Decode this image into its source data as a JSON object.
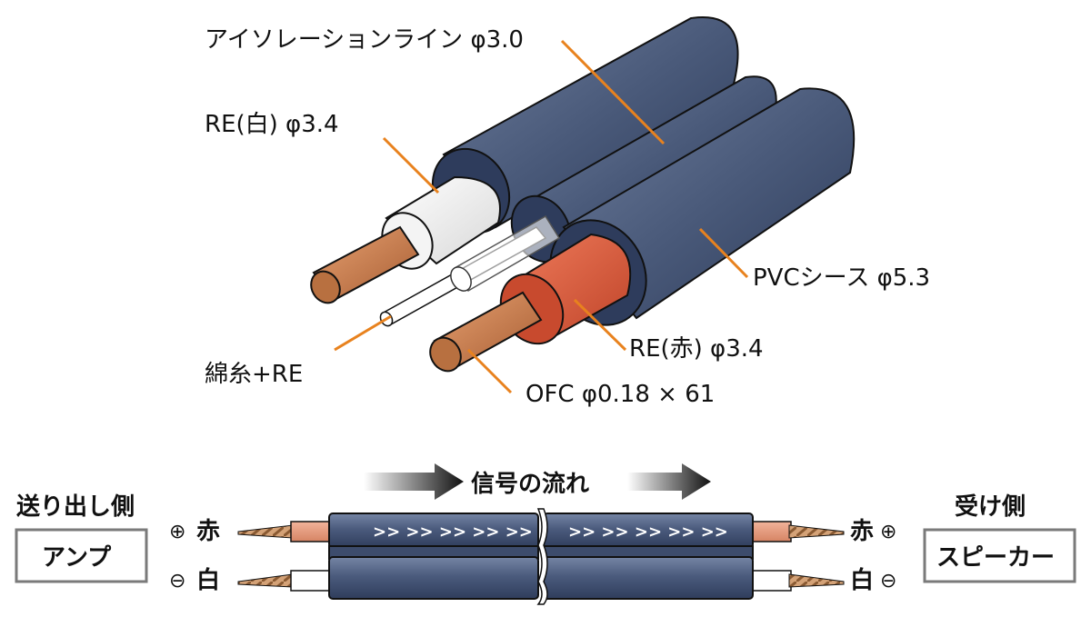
{
  "labels": {
    "isolation": "アイソレーションライン φ3.0",
    "re_white": "RE(白) φ3.4",
    "pvc": "PVCシース φ5.3",
    "re_red": "RE(赤) φ3.4",
    "cotton": "綿糸+RE",
    "ofc": "OFC φ0.18 × 61"
  },
  "flow": {
    "signal": "信号の流れ",
    "arrows": ">> >> >> >> >>"
  },
  "left": {
    "heading": "送り出し側",
    "device": "アンプ",
    "plus_symbol": "⊕",
    "plus_color": "赤",
    "minus_symbol": "⊖",
    "minus_color": "白"
  },
  "right": {
    "heading": "受け側",
    "device": "スピーカー",
    "plus_symbol": "⊕",
    "plus_color": "赤",
    "minus_symbol": "⊖",
    "minus_color": "白"
  },
  "colors": {
    "jacket": "#4a5a7a",
    "copper": "#c87a4a",
    "red_insulation": "#d8583a",
    "white_insulation": "#f4f4f4",
    "leader": "#e8821e"
  }
}
